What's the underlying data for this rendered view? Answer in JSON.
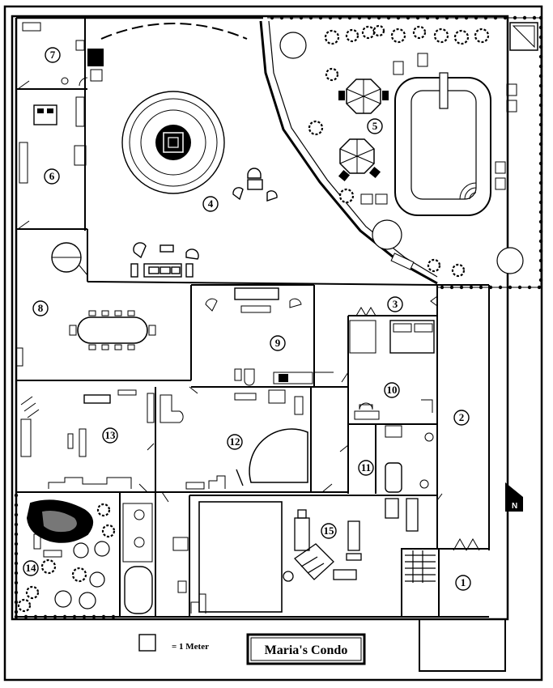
{
  "title": "Maria's Condo",
  "legend": {
    "scale_text": "= 1 Meter"
  },
  "compass": {
    "letter": "N"
  },
  "rooms": [
    {
      "id": "room-1",
      "label": "1"
    },
    {
      "id": "room-2",
      "label": "2"
    },
    {
      "id": "room-3",
      "label": "3"
    },
    {
      "id": "room-4",
      "label": "4"
    },
    {
      "id": "room-5",
      "label": "5"
    },
    {
      "id": "room-6",
      "label": "6"
    },
    {
      "id": "room-7",
      "label": "7"
    },
    {
      "id": "room-8",
      "label": "8"
    },
    {
      "id": "room-9",
      "label": "9"
    },
    {
      "id": "room-10",
      "label": "10"
    },
    {
      "id": "room-11",
      "label": "11"
    },
    {
      "id": "room-12",
      "label": "12"
    },
    {
      "id": "room-13",
      "label": "13"
    },
    {
      "id": "room-14",
      "label": "14"
    },
    {
      "id": "room-15",
      "label": "15"
    }
  ]
}
